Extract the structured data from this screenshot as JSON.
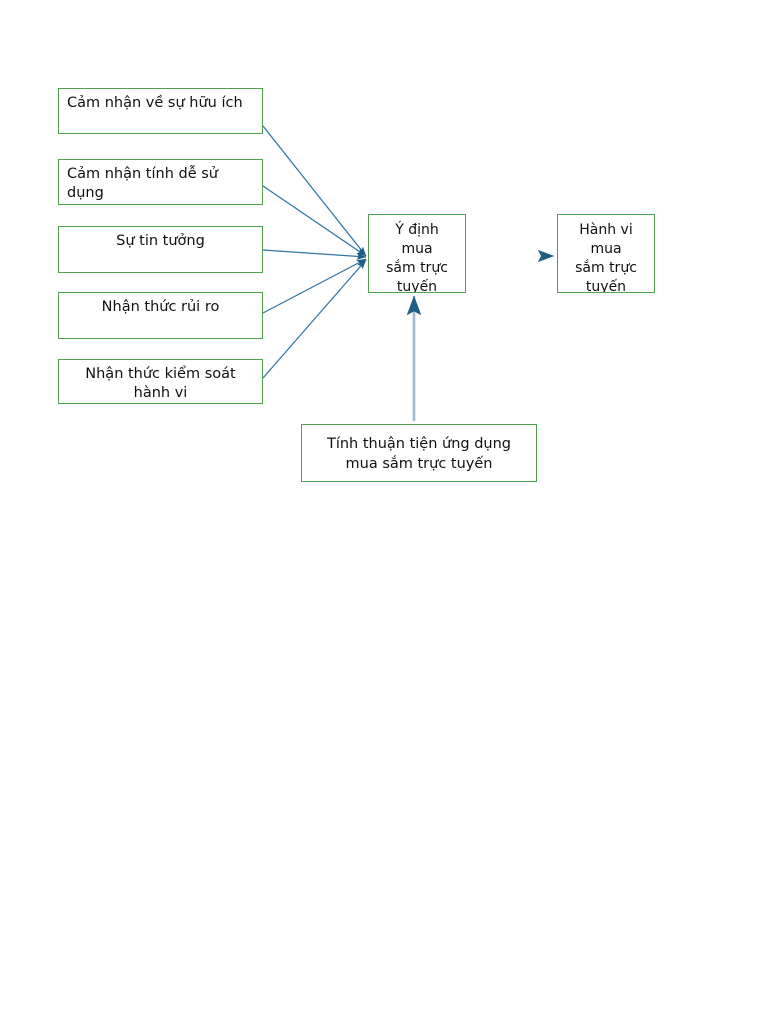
{
  "diagram": {
    "type": "conceptual-model",
    "background_color": "#ffffff",
    "box_border_color": "#4ea24e",
    "arrow_color": "#2e75a8",
    "text_color": "#111111",
    "nodes": [
      {
        "id": "usefulness",
        "label": "Cảm nhận về sự hữu ích"
      },
      {
        "id": "ease_of_use",
        "label": "Cảm nhận tính dễ sử dụng"
      },
      {
        "id": "trust",
        "label": "Sự tin tưởng"
      },
      {
        "id": "risk",
        "label": "Nhận thức rủi ro"
      },
      {
        "id": "control",
        "label": "Nhận thức kiểm soát\nhành vi"
      },
      {
        "id": "intention",
        "label": "Ý định\nmua\nsắm trực\ntuyến"
      },
      {
        "id": "behavior",
        "label": "Hành vi\nmua\nsắm trực\ntuyến"
      },
      {
        "id": "convenience",
        "label": "Tính thuận tiện ứng dụng\nmua sắm trực tuyến"
      }
    ],
    "edges": [
      {
        "from": "usefulness",
        "to": "intention"
      },
      {
        "from": "ease_of_use",
        "to": "intention"
      },
      {
        "from": "trust",
        "to": "intention"
      },
      {
        "from": "risk",
        "to": "intention"
      },
      {
        "from": "control",
        "to": "intention"
      },
      {
        "from": "convenience",
        "to": "intention"
      },
      {
        "from": "intention",
        "to": "behavior"
      }
    ]
  }
}
